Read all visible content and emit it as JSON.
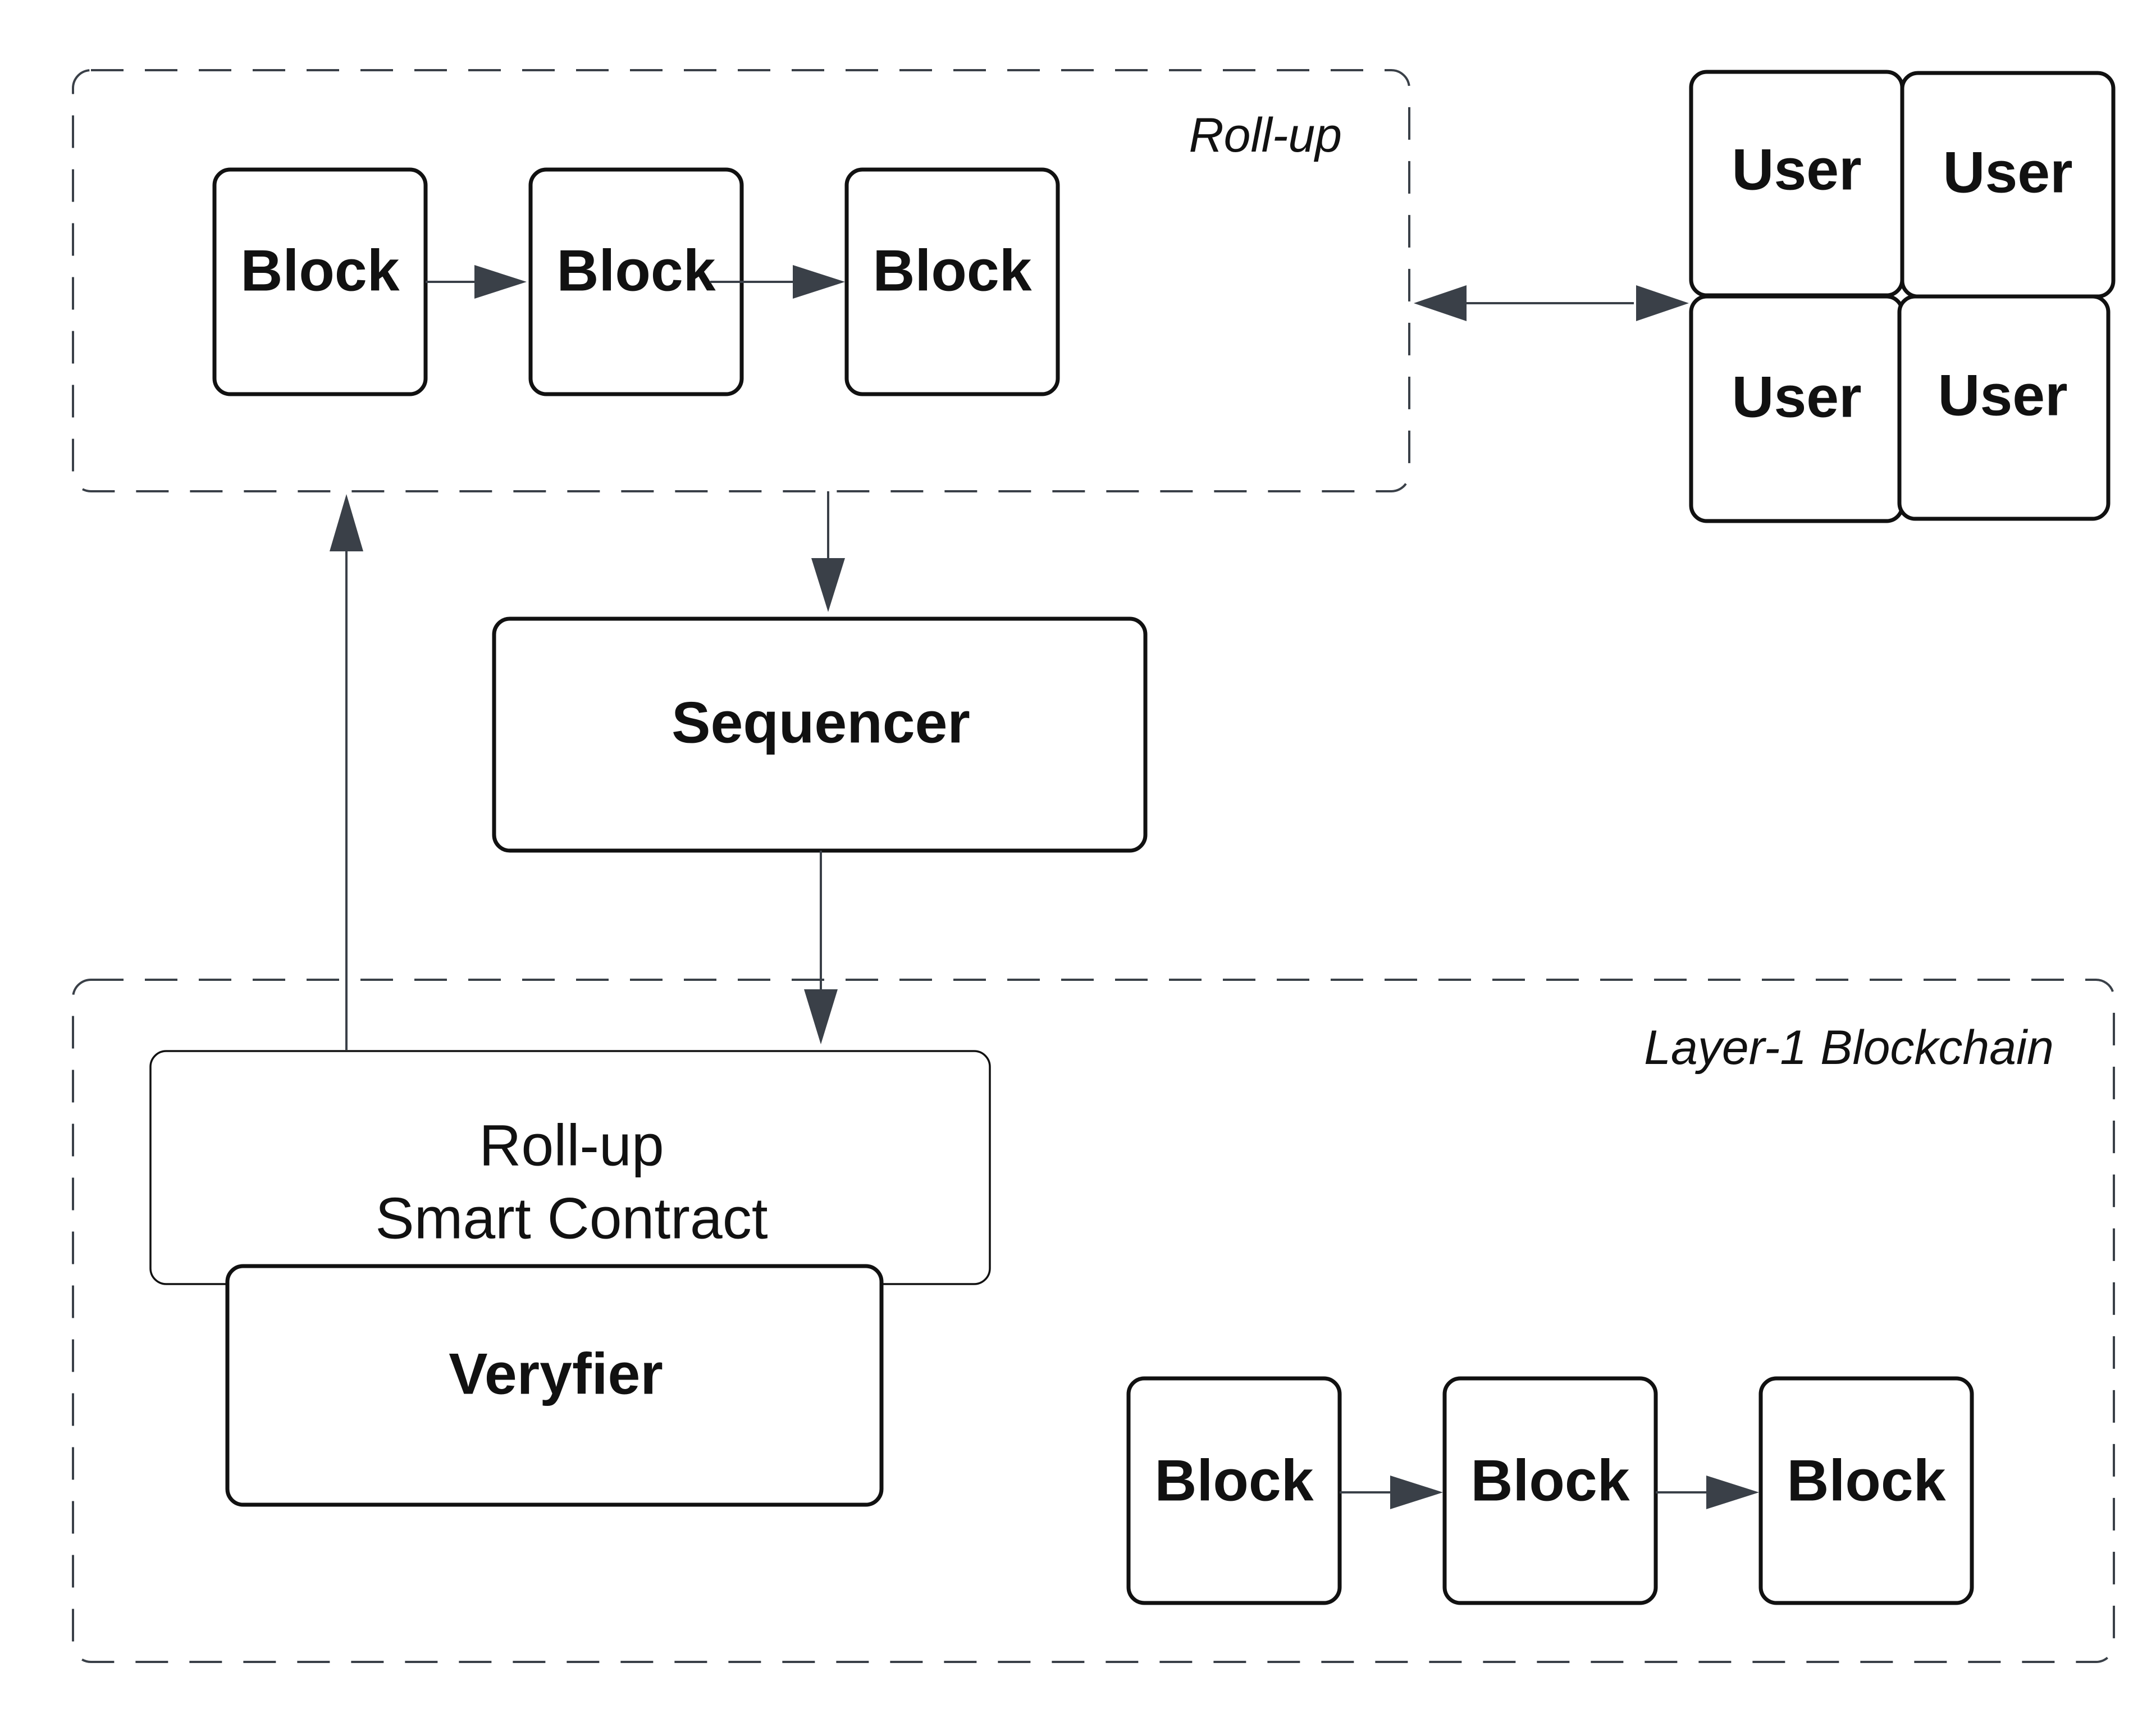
{
  "rollup": {
    "label": "Roll-up",
    "blocks": [
      "Block",
      "Block",
      "Block"
    ]
  },
  "users": [
    "User",
    "User",
    "User",
    "User"
  ],
  "sequencer": {
    "label": "Sequencer"
  },
  "layer1": {
    "label": "Layer-1 Blockchain",
    "contract_line1": "Roll-up",
    "contract_line2": "Smart Contract",
    "verifier": "Veryfier",
    "blocks": [
      "Block",
      "Block",
      "Block"
    ]
  },
  "colors": {
    "stroke": "#111111",
    "connector": "#3a4048",
    "background": "#ffffff"
  }
}
